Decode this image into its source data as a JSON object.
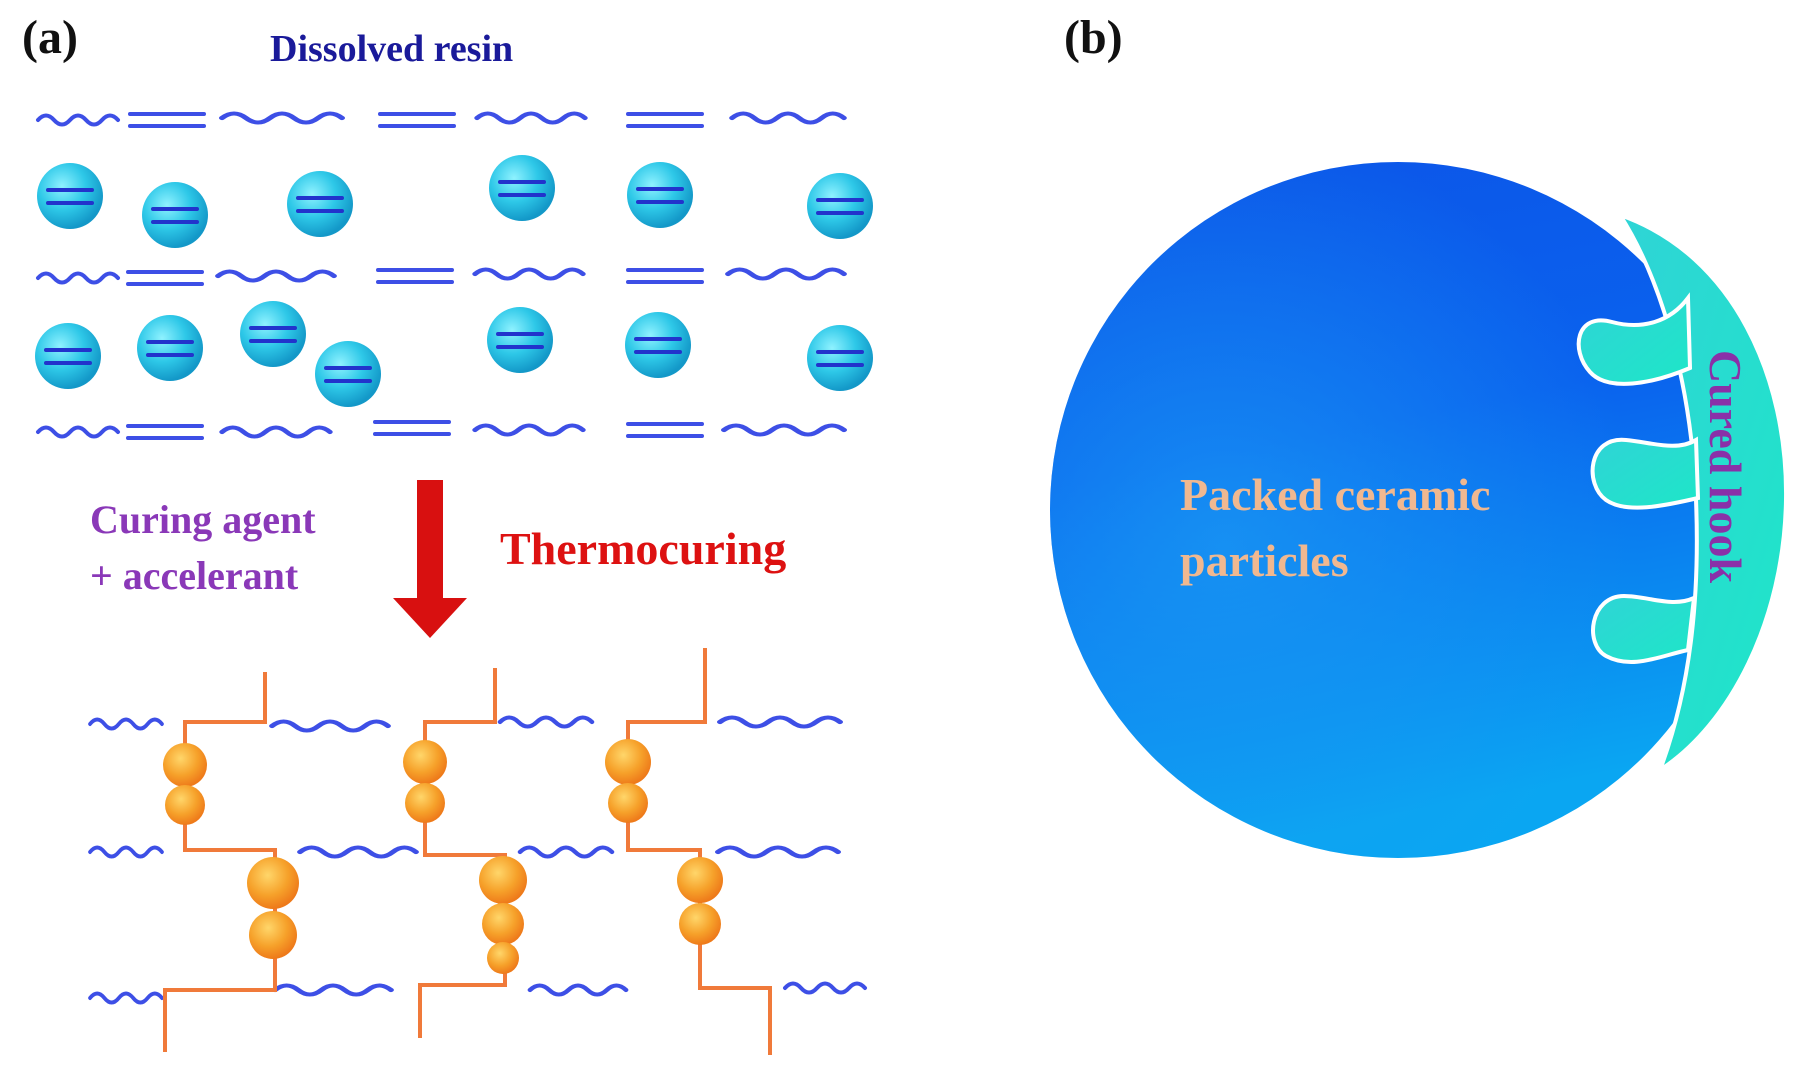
{
  "panel_a": {
    "label": "(a)",
    "title": "Dissolved resin",
    "reagents_line1": "Curing agent",
    "reagents_line2": "+ accelerant",
    "process": "Thermocuring"
  },
  "panel_b": {
    "label": "(b)",
    "particle_label_line1": "Packed ceramic",
    "particle_label_line2": "particles",
    "hook_label": "Cured hook"
  },
  "colors": {
    "title_navy": "#1a1a9a",
    "reagent_purple": "#8a38b8",
    "process_red": "#dd1111",
    "arrow_red": "#d81010",
    "resin_blue": "#3d4fe6",
    "bead_cyan": "#2ec8e8",
    "network_orange": "#f07a3a",
    "knot_orange": "#f4a020",
    "particle_blue": "#0a5fe6",
    "particle_label": "#f0b890",
    "hook_cyan": "#22d8d0",
    "hook_label": "#8a30a8"
  },
  "icons": {
    "arrow": "down-arrow-icon"
  }
}
